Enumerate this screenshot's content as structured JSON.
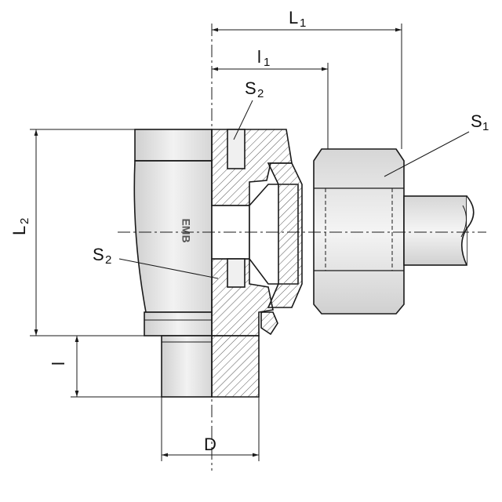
{
  "labels": {
    "L1": {
      "main": "L",
      "sub": "1"
    },
    "l1": {
      "main": "l",
      "sub": "1"
    },
    "S2_top": {
      "main": "S",
      "sub": "2"
    },
    "S1": {
      "main": "S",
      "sub": "1"
    },
    "L2": {
      "main": "L",
      "sub": "2"
    },
    "S2_mid": {
      "main": "S",
      "sub": "2"
    },
    "l": {
      "main": "l"
    },
    "D": {
      "main": "D"
    }
  },
  "logo": "EMB",
  "colors": {
    "line": "#1a1a1a",
    "body_fill": "#e6e6e6",
    "body_light": "#f4f4f4",
    "hatch": "#555555"
  }
}
